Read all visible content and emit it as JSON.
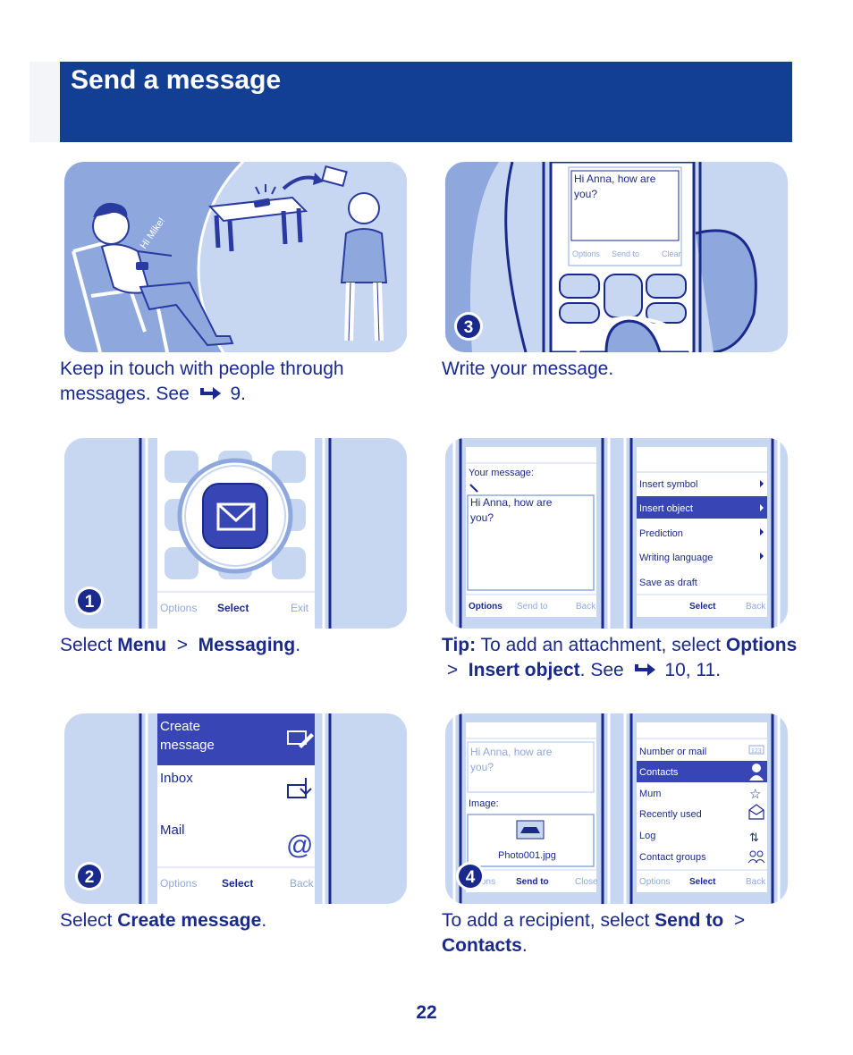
{
  "header": {
    "title": "Send a message"
  },
  "intro": {
    "speech": "Hi Mike!",
    "caption_text": "Keep in touch with people through messages. See",
    "caption_ref": "9."
  },
  "step3": {
    "badge": "3",
    "screen_text_1": "Hi Anna, how are",
    "screen_text_2": "you?",
    "softkeys": [
      "Options",
      "Send to",
      "Clear"
    ],
    "caption": "Write your message."
  },
  "step1": {
    "badge": "1",
    "softkeys": [
      "Options",
      "Select",
      "Exit"
    ],
    "caption_prefix": "Select",
    "caption_b1": "Menu",
    "caption_sep": ">",
    "caption_b2": "Messaging",
    "caption_end": "."
  },
  "tip": {
    "label": "Tip:",
    "text": "To add an attachment, select",
    "b1": "Options",
    "sep": ">",
    "b2": "Insert object",
    "see": ". See",
    "ref": "10, 11."
  },
  "insert_screens": {
    "left_label": "Your message:",
    "left_text_1": "Hi Anna, how are",
    "left_text_2": "you?",
    "left_softkeys": [
      "Options",
      "Send to",
      "Back"
    ],
    "menu_items": [
      "Insert symbol",
      "Insert object",
      "Prediction",
      "Writing language",
      "Save as draft"
    ],
    "right_softkeys": [
      "",
      "Select",
      "Back"
    ]
  },
  "step2": {
    "badge": "2",
    "menu_items": [
      "Create message",
      "Inbox",
      "Mail"
    ],
    "create_line1": "Create",
    "create_line2": "message",
    "softkeys": [
      "Options",
      "Select",
      "Back"
    ],
    "caption_prefix": "Select",
    "caption_b": "Create message",
    "caption_end": "."
  },
  "step4": {
    "badge": "4",
    "msg_1": "Hi Anna, how are",
    "msg_2": "you?",
    "image_label": "Image:",
    "file": "Photo001.jpg",
    "left_softkeys": [
      "ons",
      "Send to",
      "Close"
    ],
    "contacts_items": [
      "Number or mail",
      "Contacts",
      "Mum",
      "Recently used",
      "Log",
      "Contact groups"
    ],
    "keypad_hint": "123",
    "right_softkeys": [
      "Options",
      "Select",
      "Back"
    ],
    "caption_text": "To add a recipient, select",
    "caption_b1": "Send to",
    "caption_sep": ">",
    "caption_b2": "Contacts",
    "caption_end": "."
  },
  "page": {
    "number": "22"
  },
  "colors": {
    "header_blue": "#123f93",
    "text_blue": "#1a2a8c",
    "panel_blue": "#c8d7f1",
    "highlight": "#3746b4"
  }
}
